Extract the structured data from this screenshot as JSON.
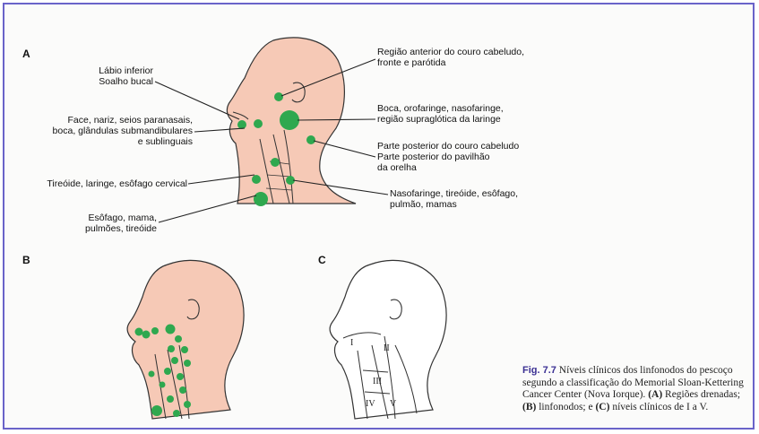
{
  "panels": {
    "a": "A",
    "b": "B",
    "c": "C"
  },
  "labels_left": {
    "labio": [
      "Lábio inferior",
      "Soalho bucal"
    ],
    "face": [
      "Face, nariz, seios paranasais,",
      "boca, glândulas submandibulares",
      "e sublinguais"
    ],
    "tireoide": [
      "Tireóide, laringe, esôfago cervical"
    ],
    "esofago": [
      "Esôfago, mama,",
      "pulmões, tireóide"
    ]
  },
  "labels_right": {
    "regiao": [
      "Região anterior do couro cabeludo,",
      "fronte e parótida"
    ],
    "boca": [
      "Boca, orofaringe, nasofaringe,",
      "região supraglótica da laringe"
    ],
    "posterior": [
      "Parte posterior do couro cabeludo",
      "Parte posterior do pavilhão",
      "da orelha"
    ],
    "nasofaringe": [
      "Nasofaringe, tireóide, esôfago,",
      "pulmão, mamas"
    ]
  },
  "levels": [
    "I",
    "II",
    "III",
    "IV",
    "V"
  ],
  "caption": {
    "fig": "Fig. 7.7",
    "p1": " Níveis clínicos dos linfonodos do pescoço segundo a classificação do Memorial Sloan-Kettering Cancer Center (Nova Iorque). ",
    "a": "(A)",
    "p2": " Regiões drenadas; ",
    "b": "(B)",
    "p3": " linfonodos; e ",
    "c": "(C)",
    "p4": " níveis clínicos de I a V."
  },
  "colors": {
    "skin": "#f6c9b6",
    "node": "#2fa84f",
    "line": "#222222",
    "frame": "#6a63c9"
  }
}
